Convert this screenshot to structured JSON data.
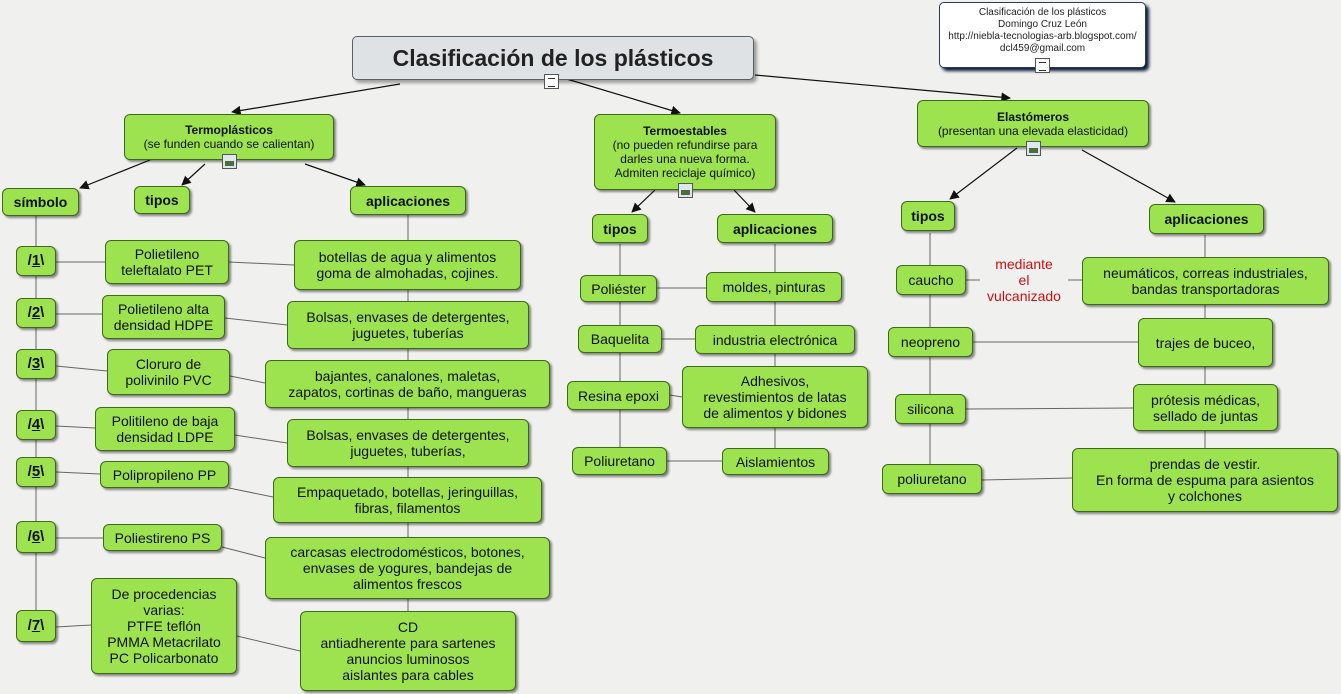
{
  "title": "Clasificación de los plásticos",
  "info": {
    "line1": "Clasificación de los plásticos",
    "line2": "Domingo Cruz León",
    "line3": "http://niebla-tecnologias-arb.blogspot.com/",
    "line4": "dcl459@gmail.com"
  },
  "termo": {
    "title": "Termoplásticos",
    "subtitle": "(se funden cuando se calientan)",
    "simbolo_label": "símbolo",
    "tipos_label": "tipos",
    "aplicaciones_label": "aplicaciones",
    "symbols": [
      "1",
      "2",
      "3",
      "4",
      "5",
      "6",
      "7"
    ],
    "tipos": [
      [
        "Polietileno",
        "teleftalato PET"
      ],
      [
        "Polietileno alta",
        "densidad HDPE"
      ],
      [
        "Cloruro de",
        "polivinilo PVC"
      ],
      [
        "Politileno de baja",
        "densidad LDPE"
      ],
      [
        "Polipropileno PP"
      ],
      [
        "Poliestireno PS"
      ],
      [
        "De procedencias",
        "varias:",
        "PTFE teflón",
        "PMMA Metacrilato",
        "PC Policarbonato"
      ]
    ],
    "aplicaciones": [
      [
        "botellas de agua y alimentos",
        "goma de almohadas, cojines."
      ],
      [
        "Bolsas, envases de detergentes,",
        "juguetes, tuberías"
      ],
      [
        "bajantes, canalones, maletas,",
        "zapatos, cortinas de baño, mangueras"
      ],
      [
        "Bolsas, envases de detergentes,",
        "juguetes, tuberías,"
      ],
      [
        "Empaquetado, botellas, jeringuillas,",
        "fibras, filamentos"
      ],
      [
        "carcasas electrodomésticos, botones,",
        "envases de yogures, bandejas de",
        "alimentos frescos"
      ],
      [
        "CD",
        "antiadherente para sartenes",
        "anuncios luminosos",
        "aislantes para cables"
      ]
    ]
  },
  "termoest": {
    "title": "Termoestables",
    "subtitle": [
      "(no pueden refundirse para",
      "darles una nueva forma.",
      "Admiten reciclaje químico)"
    ],
    "tipos_label": "tipos",
    "aplicaciones_label": "aplicaciones",
    "tipos": [
      "Poliéster",
      "Baquelita",
      "Resina epoxi",
      "Poliuretano"
    ],
    "aplicaciones": [
      [
        "moldes, pinturas"
      ],
      [
        "industria electrónica"
      ],
      [
        "Adhesivos,",
        "revestimientos de latas",
        "de alimentos y bidones"
      ],
      [
        "Aislamientos"
      ]
    ]
  },
  "elast": {
    "title": "Elastómeros",
    "subtitle": "(presentan una elevada elasticidad)",
    "tipos_label": "tipos",
    "aplicaciones_label": "aplicaciones",
    "tipos": [
      "caucho",
      "neopreno",
      "silicona",
      "poliuretano"
    ],
    "aplicaciones": [
      [
        "neumáticos, correas industriales,",
        "bandas transportadoras"
      ],
      [
        "trajes de buceo,"
      ],
      [
        "prótesis médicas,",
        "sellado de juntas"
      ],
      [
        "prendas de vestir.",
        "En forma de espuma para asientos",
        "y colchones"
      ]
    ],
    "note": [
      "mediante",
      "el",
      "vulcanizado"
    ]
  },
  "colors": {
    "node_fill": "#9de24f",
    "node_border": "#3d6a1a",
    "title_fill": "#dfe2e4",
    "note_text": "#cc1111",
    "background": "#f0f0ee"
  }
}
